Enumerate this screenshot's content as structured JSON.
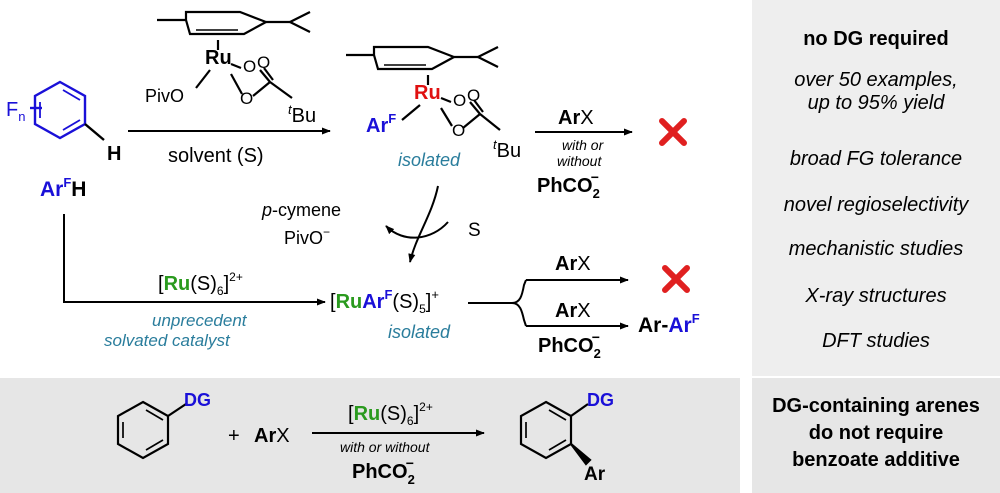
{
  "colors": {
    "ru_green": "#2a9a1e",
    "ru_red": "#e01010",
    "arene_blue": "#1a10d8",
    "isolated_teal": "#2a7d9c",
    "cross_red": "#e02020"
  },
  "scheme": {
    "top_reagent": {
      "ru": "Ru",
      "piv": "PivO",
      "o1": "O",
      "o2": "O",
      "o3": "O",
      "tbu_sup": "t",
      "tbu": "Bu"
    },
    "start": {
      "f": "F",
      "fn_sub": "n",
      "h": "H",
      "ar": "Ar",
      "ar_sup": "F",
      "arh_h": "H"
    },
    "solvent": "solvent (S)",
    "complex1": {
      "ru": "Ru",
      "ar": "Ar",
      "ar_sup": "F",
      "o1": "O",
      "o2": "O",
      "o3": "O",
      "tbu_sup": "t",
      "tbu": "Bu",
      "isolated": "isolated"
    },
    "arx_top": {
      "ar": "Ar",
      "x": "X",
      "with": "with or",
      "without": "without",
      "phco2": "PhCO",
      "sub2": "2",
      "supminus": "−"
    },
    "ligand_swap": {
      "pcymene_p": "p",
      "pcymene": "-cymene",
      "pivo": "PivO",
      "pivo_sup": "−",
      "s": "S"
    },
    "catalyst_arrow": {
      "lbr": "[",
      "ru": "Ru",
      "s6": "(S)",
      "sub6": "6",
      "rbr": "]",
      "charge": "2+",
      "unprecedent": "unprecedent",
      "solvated": "solvated catalyst"
    },
    "complex2": {
      "lbr": "[",
      "ru": "Ru",
      "ar": "Ar",
      "ar_sup": "F",
      "s": "(S)",
      "sub5": "5",
      "rbr": "]",
      "charge": "+",
      "isolated": "isolated"
    },
    "branch_top": {
      "ar": "Ar",
      "x": "X"
    },
    "branch_bottom": {
      "ar": "Ar",
      "x": "X",
      "phco2": "PhCO",
      "sub2": "2",
      "supminus": "−"
    },
    "product": {
      "ar": "Ar-",
      "arf": "Ar",
      "arf_sup": "F"
    }
  },
  "side_panel": {
    "items": [
      "no DG required",
      "over 50 examples,",
      "up to 95% yield",
      "broad FG tolerance",
      "novel regioselectivity",
      "mechanistic studies",
      "X-ray structures",
      "DFT studies"
    ]
  },
  "bottom": {
    "dg1": "DG",
    "plus": "+",
    "arx_ar": "Ar",
    "arx_x": "X",
    "lbr": "[",
    "ru": "Ru",
    "s6": "(S)",
    "sub6": "6",
    "rbr": "]",
    "charge": "2+",
    "with_or_without": "with or without",
    "phco2": "PhCO",
    "sub2": "2",
    "supminus": "−",
    "dg2": "DG",
    "ar": "Ar",
    "note": [
      "DG-containing arenes",
      "do not require",
      "benzoate additive"
    ]
  }
}
